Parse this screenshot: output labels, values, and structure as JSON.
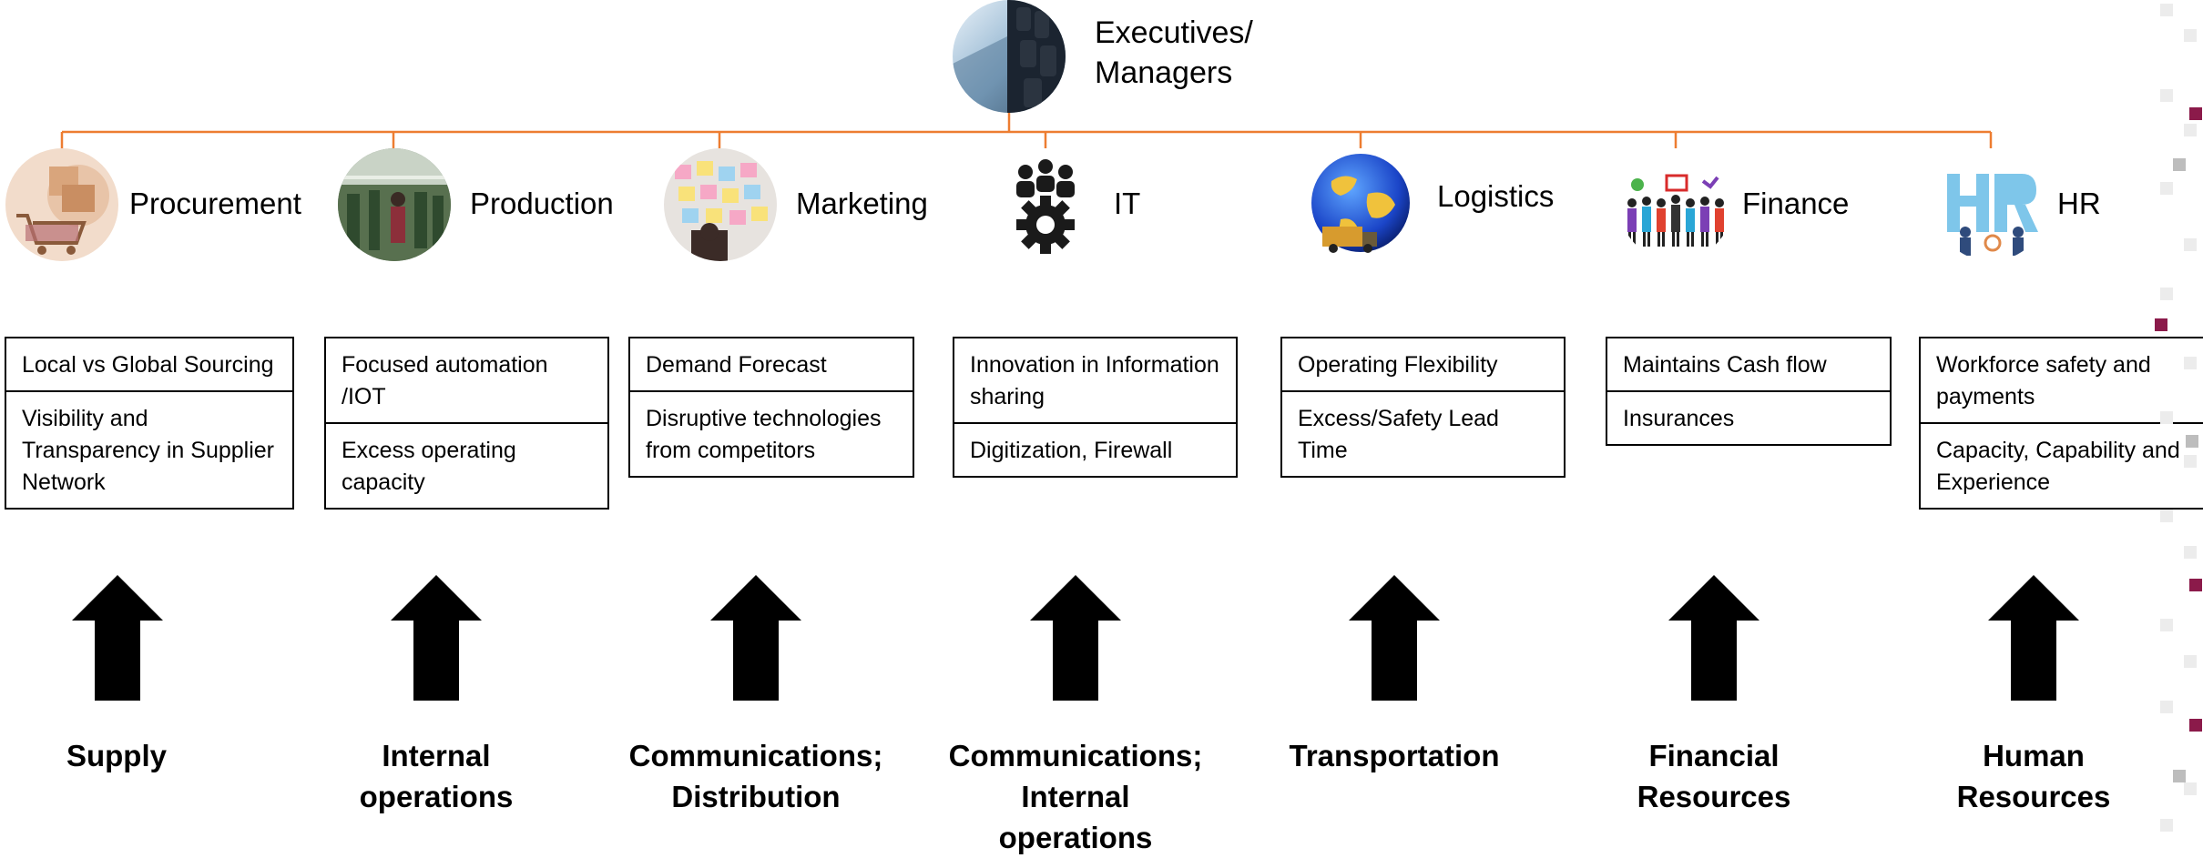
{
  "executives": {
    "label_line1": "Executives/",
    "label_line2": "Managers"
  },
  "departments": [
    {
      "name": "Procurement",
      "icon": "shopping-cart-photo-icon",
      "cells": [
        "Local vs Global Sourcing",
        "Visibility and Transparency in Supplier Network"
      ],
      "driver": [
        "Supply"
      ]
    },
    {
      "name": "Production",
      "icon": "factory-workers-photo-icon",
      "cells": [
        "Focused  automation /IOT",
        "Excess operating capacity"
      ],
      "driver": [
        "Internal",
        "operations"
      ]
    },
    {
      "name": "Marketing",
      "icon": "sticky-notes-board-photo-icon",
      "cells": [
        "Demand Forecast",
        "Disruptive technologies from competitors"
      ],
      "driver": [
        "Communications;",
        "Distribution"
      ]
    },
    {
      "name": "IT",
      "icon": "team-gear-icon",
      "cells": [
        "Innovation in Information sharing",
        "Digitization, Firewall"
      ],
      "driver": [
        "Communications;",
        "Internal",
        "operations"
      ]
    },
    {
      "name": "Logistics",
      "icon": "globe-truck-photo-icon",
      "cells": [
        "Operating Flexibility",
        "Excess/Safety Lead Time"
      ],
      "driver": [
        "Transportation"
      ]
    },
    {
      "name": "Finance",
      "icon": "people-celebrating-icon",
      "cells": [
        "Maintains Cash flow",
        "Insurances"
      ],
      "driver": [
        "Financial",
        "Resources"
      ]
    },
    {
      "name": "HR",
      "icon": "hr-letters-people-icon",
      "cells": [
        "Workforce safety and payments",
        "Capacity, Capability and Experience"
      ],
      "driver": [
        "Human",
        "Resources"
      ]
    }
  ],
  "colors": {
    "connector": "#ED7D31",
    "accent_squares": "#8B1A4A",
    "arrow": "#000000"
  }
}
